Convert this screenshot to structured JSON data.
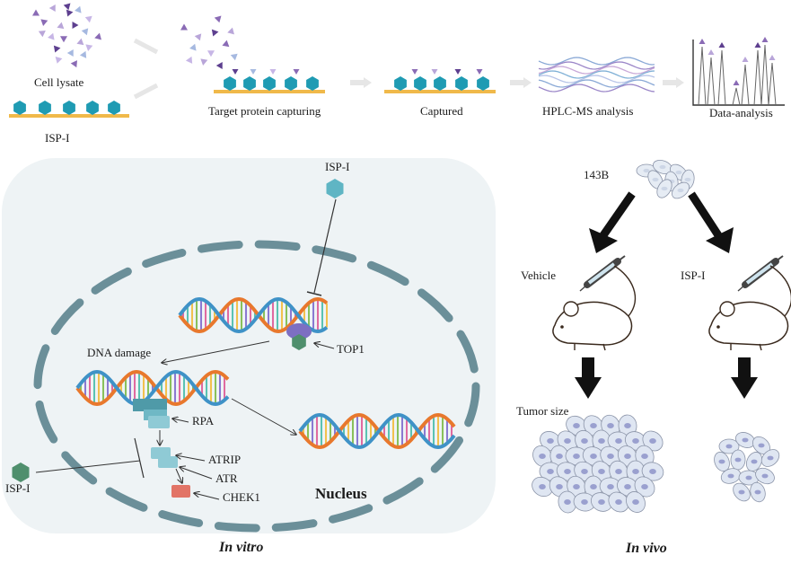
{
  "top_workflow": {
    "cell_lysate": "Cell lysate",
    "isp_i_bead": "ISP-I",
    "target_capturing": "Target protein capturing",
    "captured": "Captured",
    "hplc_ms": "HPLC-MS analysis",
    "data_analysis": "Data-analysis"
  },
  "in_vitro": {
    "isp_i_top": "ISP-I",
    "isp_i_left": "ISP-I",
    "dna_damage": "DNA damage",
    "top1": "TOP1",
    "rpa": "RPA",
    "atrip": "ATRIP",
    "atr": "ATR",
    "chek1": "CHEK1",
    "nucleus": "Nucleus",
    "caption": "In vitro"
  },
  "in_vivo": {
    "cell_line": "143B",
    "vehicle": "Vehicle",
    "isp_i": "ISP-I",
    "tumor_size": "Tumor size",
    "caption": "In vivo"
  },
  "colors": {
    "hexagon": "#1f9bb3",
    "bead_bar": "#f0b94a",
    "membrane": "#6b8f99",
    "panel_bg": "#eef3f5",
    "dna_orange": "#e8782d",
    "dna_blue": "#3f92c7",
    "chek1": "#e27467",
    "rpa_teal": "#5fb5c4",
    "arrow_black": "#111111",
    "tumor_cell": "#dfe6f2",
    "nucleus_purple": "#9aa0cf"
  }
}
